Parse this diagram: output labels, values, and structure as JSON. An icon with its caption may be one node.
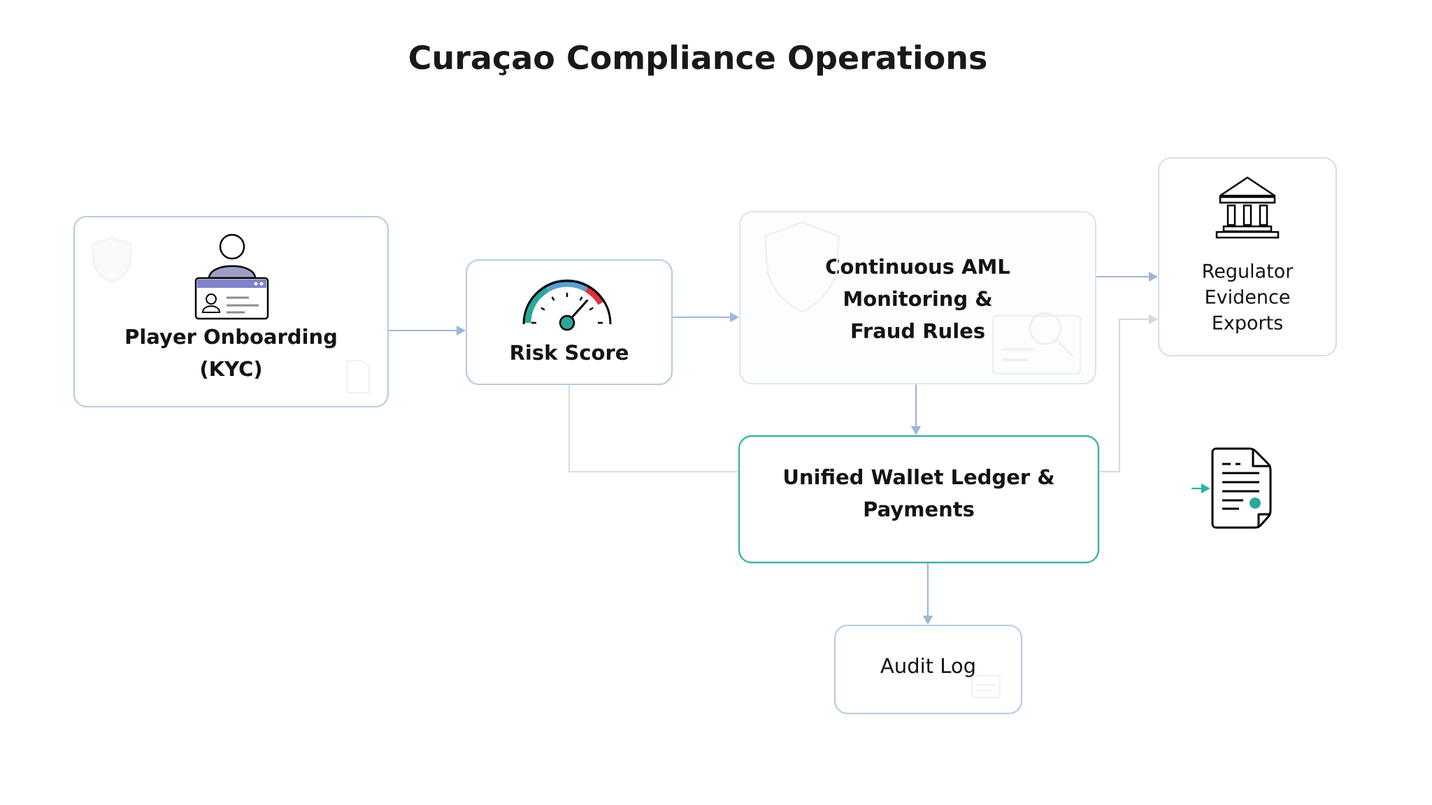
{
  "diagram": {
    "title": "Curaçao Compliance Operations",
    "nodes": [
      {
        "text": [
          "Player Onboarding (KYC)"
        ]
      },
      {
        "text": [
          "Risk Score"
        ]
      },
      {
        "text": [
          "Continuous AML Monitoring & Fraud Rules"
        ]
      },
      {
        "text": [
          "Regulator Evidence Exports"
        ]
      },
      {
        "text": [
          "Unified Wallet Ledger & Payments"
        ]
      },
      {
        "text": [
          "Audit Log"
        ]
      },
      {
        "text": [],
        "shape": "picture"
      }
    ],
    "edges": [
      {
        "from": 0,
        "to": 1,
        "arrow": "to"
      },
      {
        "from": 1,
        "to": 2,
        "arrow": "to"
      },
      {
        "from": 2,
        "to": 3,
        "arrow": "to"
      },
      {
        "from": 2,
        "to": 4,
        "arrow": "to"
      },
      {
        "from": 1,
        "to": 4,
        "arrow": "none",
        "color": "#d6dde3"
      },
      {
        "from": 4,
        "to": 3,
        "arrow": "to",
        "color": "#d3d8dc"
      },
      {
        "from": 4,
        "to": 5,
        "arrow": "to"
      },
      {
        "from": null,
        "to": 6,
        "arrow": "to",
        "color": "#2bb5a0"
      }
    ]
  }
}
